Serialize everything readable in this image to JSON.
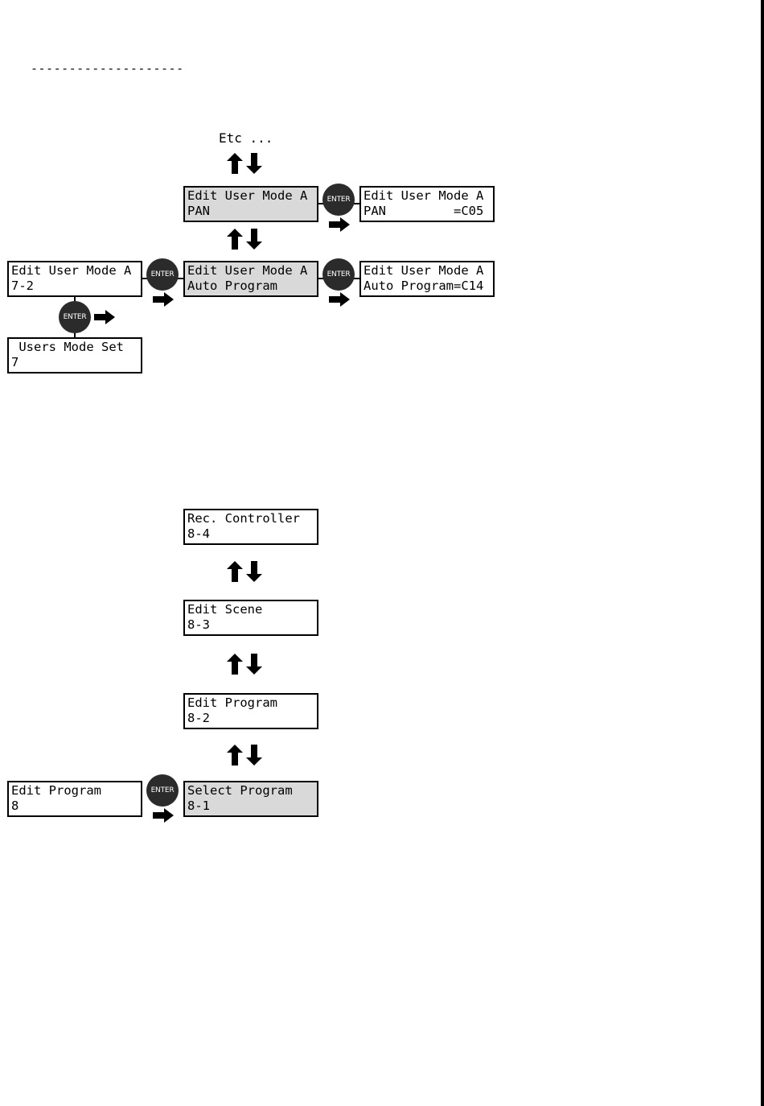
{
  "dashes": "--------------------",
  "etc_label": "Etc ...",
  "enter_label": "ENTER",
  "diagram1": {
    "pan_menu": {
      "line1": "Edit User Mode A",
      "line2": "PAN"
    },
    "pan_value": {
      "line1": "Edit User Mode A",
      "line2": "PAN         =C05"
    },
    "edit_user_mode": {
      "line1": "Edit User Mode A",
      "line2": "7-2"
    },
    "auto_program_menu": {
      "line1": "Edit User Mode A",
      "line2": "Auto Program"
    },
    "auto_program_value": {
      "line1": "Edit User Mode A",
      "line2": "Auto Program=C14"
    },
    "users_mode_set": {
      "line1": " Users Mode Set",
      "line2": "7"
    }
  },
  "diagram2": {
    "rec_controller": {
      "line1": "Rec. Controller",
      "line2": "8-4"
    },
    "edit_scene": {
      "line1": "Edit Scene",
      "line2": "8-3"
    },
    "edit_program_sub": {
      "line1": "Edit Program",
      "line2": "8-2"
    },
    "edit_program_main": {
      "line1": "Edit Program",
      "line2": "8"
    },
    "select_program": {
      "line1": "Select Program",
      "line2": "8-1"
    }
  },
  "colors": {
    "highlight": "#d9d9d9",
    "enter_button": "#2b2b2b",
    "ink": "#000000"
  }
}
